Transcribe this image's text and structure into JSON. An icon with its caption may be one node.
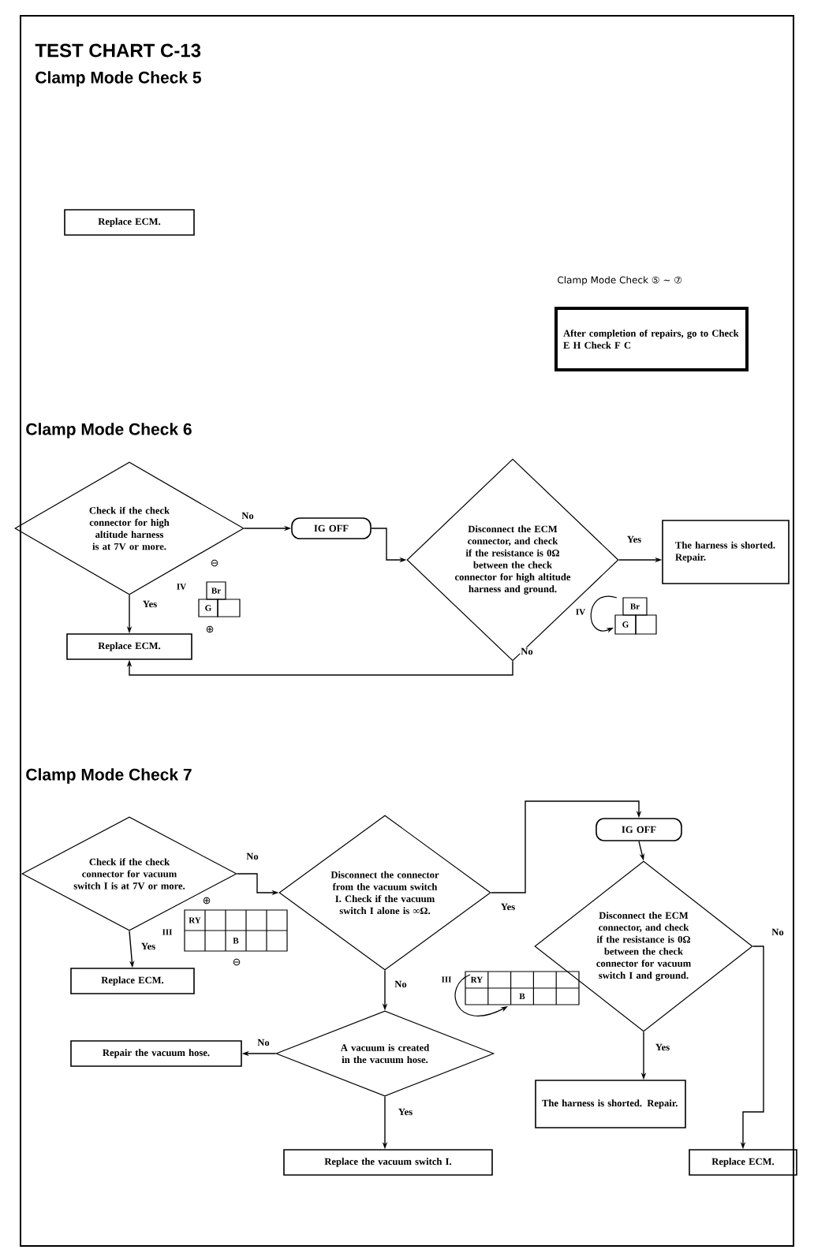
{
  "diagram": {
    "title": "TEST CHART C-13",
    "nodes": [
      {
        "text": [
          "Replace ECM."
        ]
      },
      {
        "text": [
          "After completion of repairs, go to Check E H Check F C"
        ]
      },
      {
        "text": [
          "Check if the check connector for high altitude harness is at 7V or more."
        ]
      },
      {
        "text": [
          "IG OFF"
        ]
      },
      {
        "text": [
          "Disconnect the ECM connector, and check if the resistance is 0Ω between the check connector for high altitude harness and ground."
        ]
      },
      {
        "text": [
          "The harness is shorted. Repair."
        ]
      },
      {
        "text": [
          "Replace ECM."
        ]
      },
      {
        "text": [
          "Check if the check connector for vacuum switch I is at 7V or more."
        ]
      },
      {
        "text": [
          "Replace ECM."
        ]
      },
      {
        "text": [
          "Disconnect the connector from the vacuum switch I. Check if the vacuum switch I alone is ∞Ω."
        ]
      },
      {
        "text": [
          "IG OFF"
        ]
      },
      {
        "text": [
          "Disconnect the ECM connector, and check if the resistance is 0Ω between the check connector for vacuum switch I and ground."
        ]
      },
      {
        "text": [
          "A vacuum is created in the vacuum hose."
        ]
      },
      {
        "text": [
          "Repair the vacuum hose."
        ]
      },
      {
        "text": [
          "Replace the vacuum switch I."
        ]
      },
      {
        "text": [
          "The harness is shorted. Repair."
        ]
      },
      {
        "text": [
          "Replace ECM."
        ]
      }
    ],
    "edges": [
      {
        "from": 2,
        "to": 3,
        "arrow": "to",
        "label": "No"
      },
      {
        "from": 3,
        "to": 4,
        "arrow": "to"
      },
      {
        "from": 4,
        "to": 5,
        "arrow": "to",
        "label": "Yes"
      },
      {
        "from": 2,
        "to": 6,
        "arrow": "to",
        "label": "Yes"
      },
      {
        "from": 4,
        "to": 6,
        "arrow": "to",
        "label": "No"
      },
      {
        "from": 7,
        "to": 8,
        "arrow": "to",
        "label": "Yes"
      },
      {
        "from": 7,
        "to": 9,
        "arrow": "to",
        "label": "No"
      },
      {
        "from": 9,
        "to": 10,
        "arrow": "to",
        "label": "Yes"
      },
      {
        "from": 10,
        "to": 11,
        "arrow": "to"
      },
      {
        "from": 9,
        "to": 12,
        "arrow": "to",
        "label": "No"
      },
      {
        "from": 12,
        "to": 13,
        "arrow": "to",
        "label": "No"
      },
      {
        "from": 12,
        "to": 14,
        "arrow": "to",
        "label": "Yes"
      },
      {
        "from": 11,
        "to": 15,
        "arrow": "to",
        "label": "Yes"
      },
      {
        "from": 11,
        "to": 16,
        "arrow": "to",
        "label": "No"
      }
    ],
    "labels": [
      "Clamp Mode Check 5",
      "Clamp Mode Check ⑤ ~ ⑦",
      "Clamp Mode Check 6",
      "⊖",
      "IV",
      "Br",
      "G",
      "⊕",
      "IV",
      "Br",
      "G",
      "Clamp Mode Check 7",
      "⊕",
      "III",
      "RY",
      "B",
      "⊖",
      "III",
      "RY",
      "B"
    ]
  }
}
